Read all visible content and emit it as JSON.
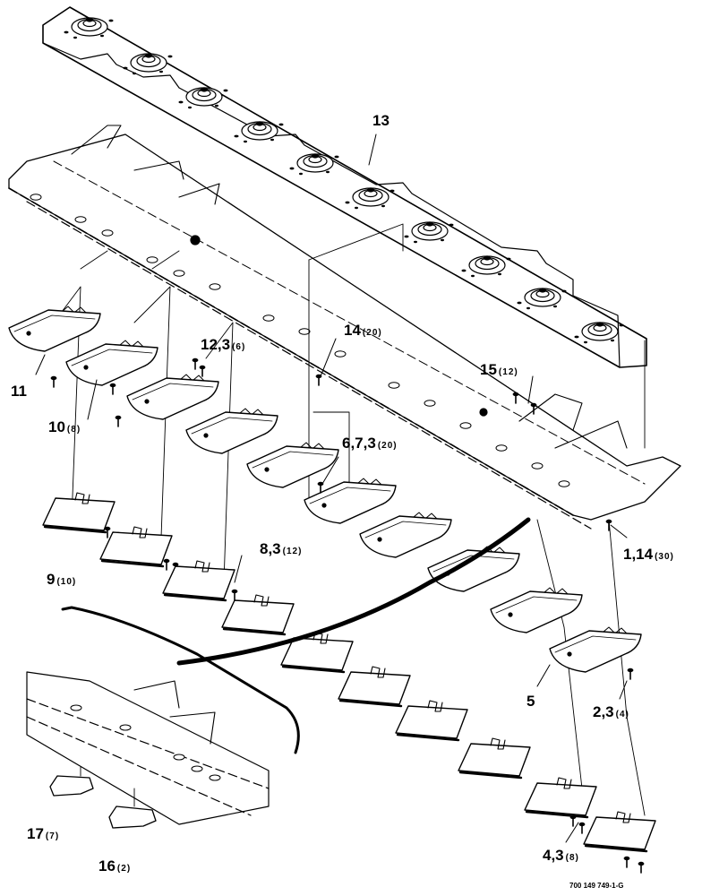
{
  "callouts": [
    {
      "id": "13",
      "num": "13",
      "qty": ""
    },
    {
      "id": "14",
      "num": "14",
      "qty": "(20)"
    },
    {
      "id": "12-3",
      "num": "12,3",
      "qty": "(6)"
    },
    {
      "id": "15",
      "num": "15",
      "qty": "(12)"
    },
    {
      "id": "11",
      "num": "11",
      "qty": ""
    },
    {
      "id": "10",
      "num": "10",
      "qty": "(8)"
    },
    {
      "id": "6-7-3",
      "num": "6,7,3",
      "qty": "(20)"
    },
    {
      "id": "1-14",
      "num": "1,14",
      "qty": "(30)"
    },
    {
      "id": "8-3",
      "num": "8,3",
      "qty": "(12)"
    },
    {
      "id": "9",
      "num": "9",
      "qty": "(10)"
    },
    {
      "id": "5",
      "num": "5",
      "qty": ""
    },
    {
      "id": "2-3",
      "num": "2,3",
      "qty": "(4)"
    },
    {
      "id": "17",
      "num": "17",
      "qty": "(7)"
    },
    {
      "id": "16",
      "num": "16",
      "qty": "(2)"
    },
    {
      "id": "4-3",
      "num": "4,3",
      "qty": "(8)"
    }
  ],
  "figure_id": "700 149 749-1-G"
}
